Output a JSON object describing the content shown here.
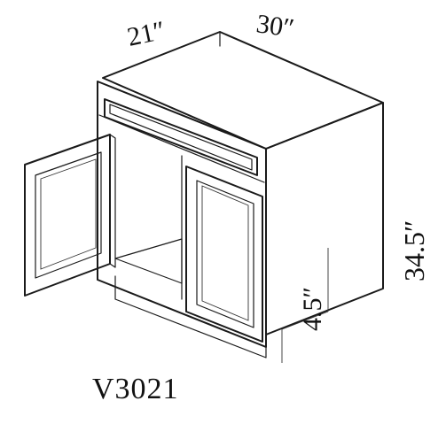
{
  "dimensions": {
    "depth": "21″",
    "width": "30″",
    "height": "34.5″",
    "toe_kick": "4.5″"
  },
  "model_number": "V3021",
  "colors": {
    "line": "#1a1a1a",
    "background": "#ffffff"
  }
}
